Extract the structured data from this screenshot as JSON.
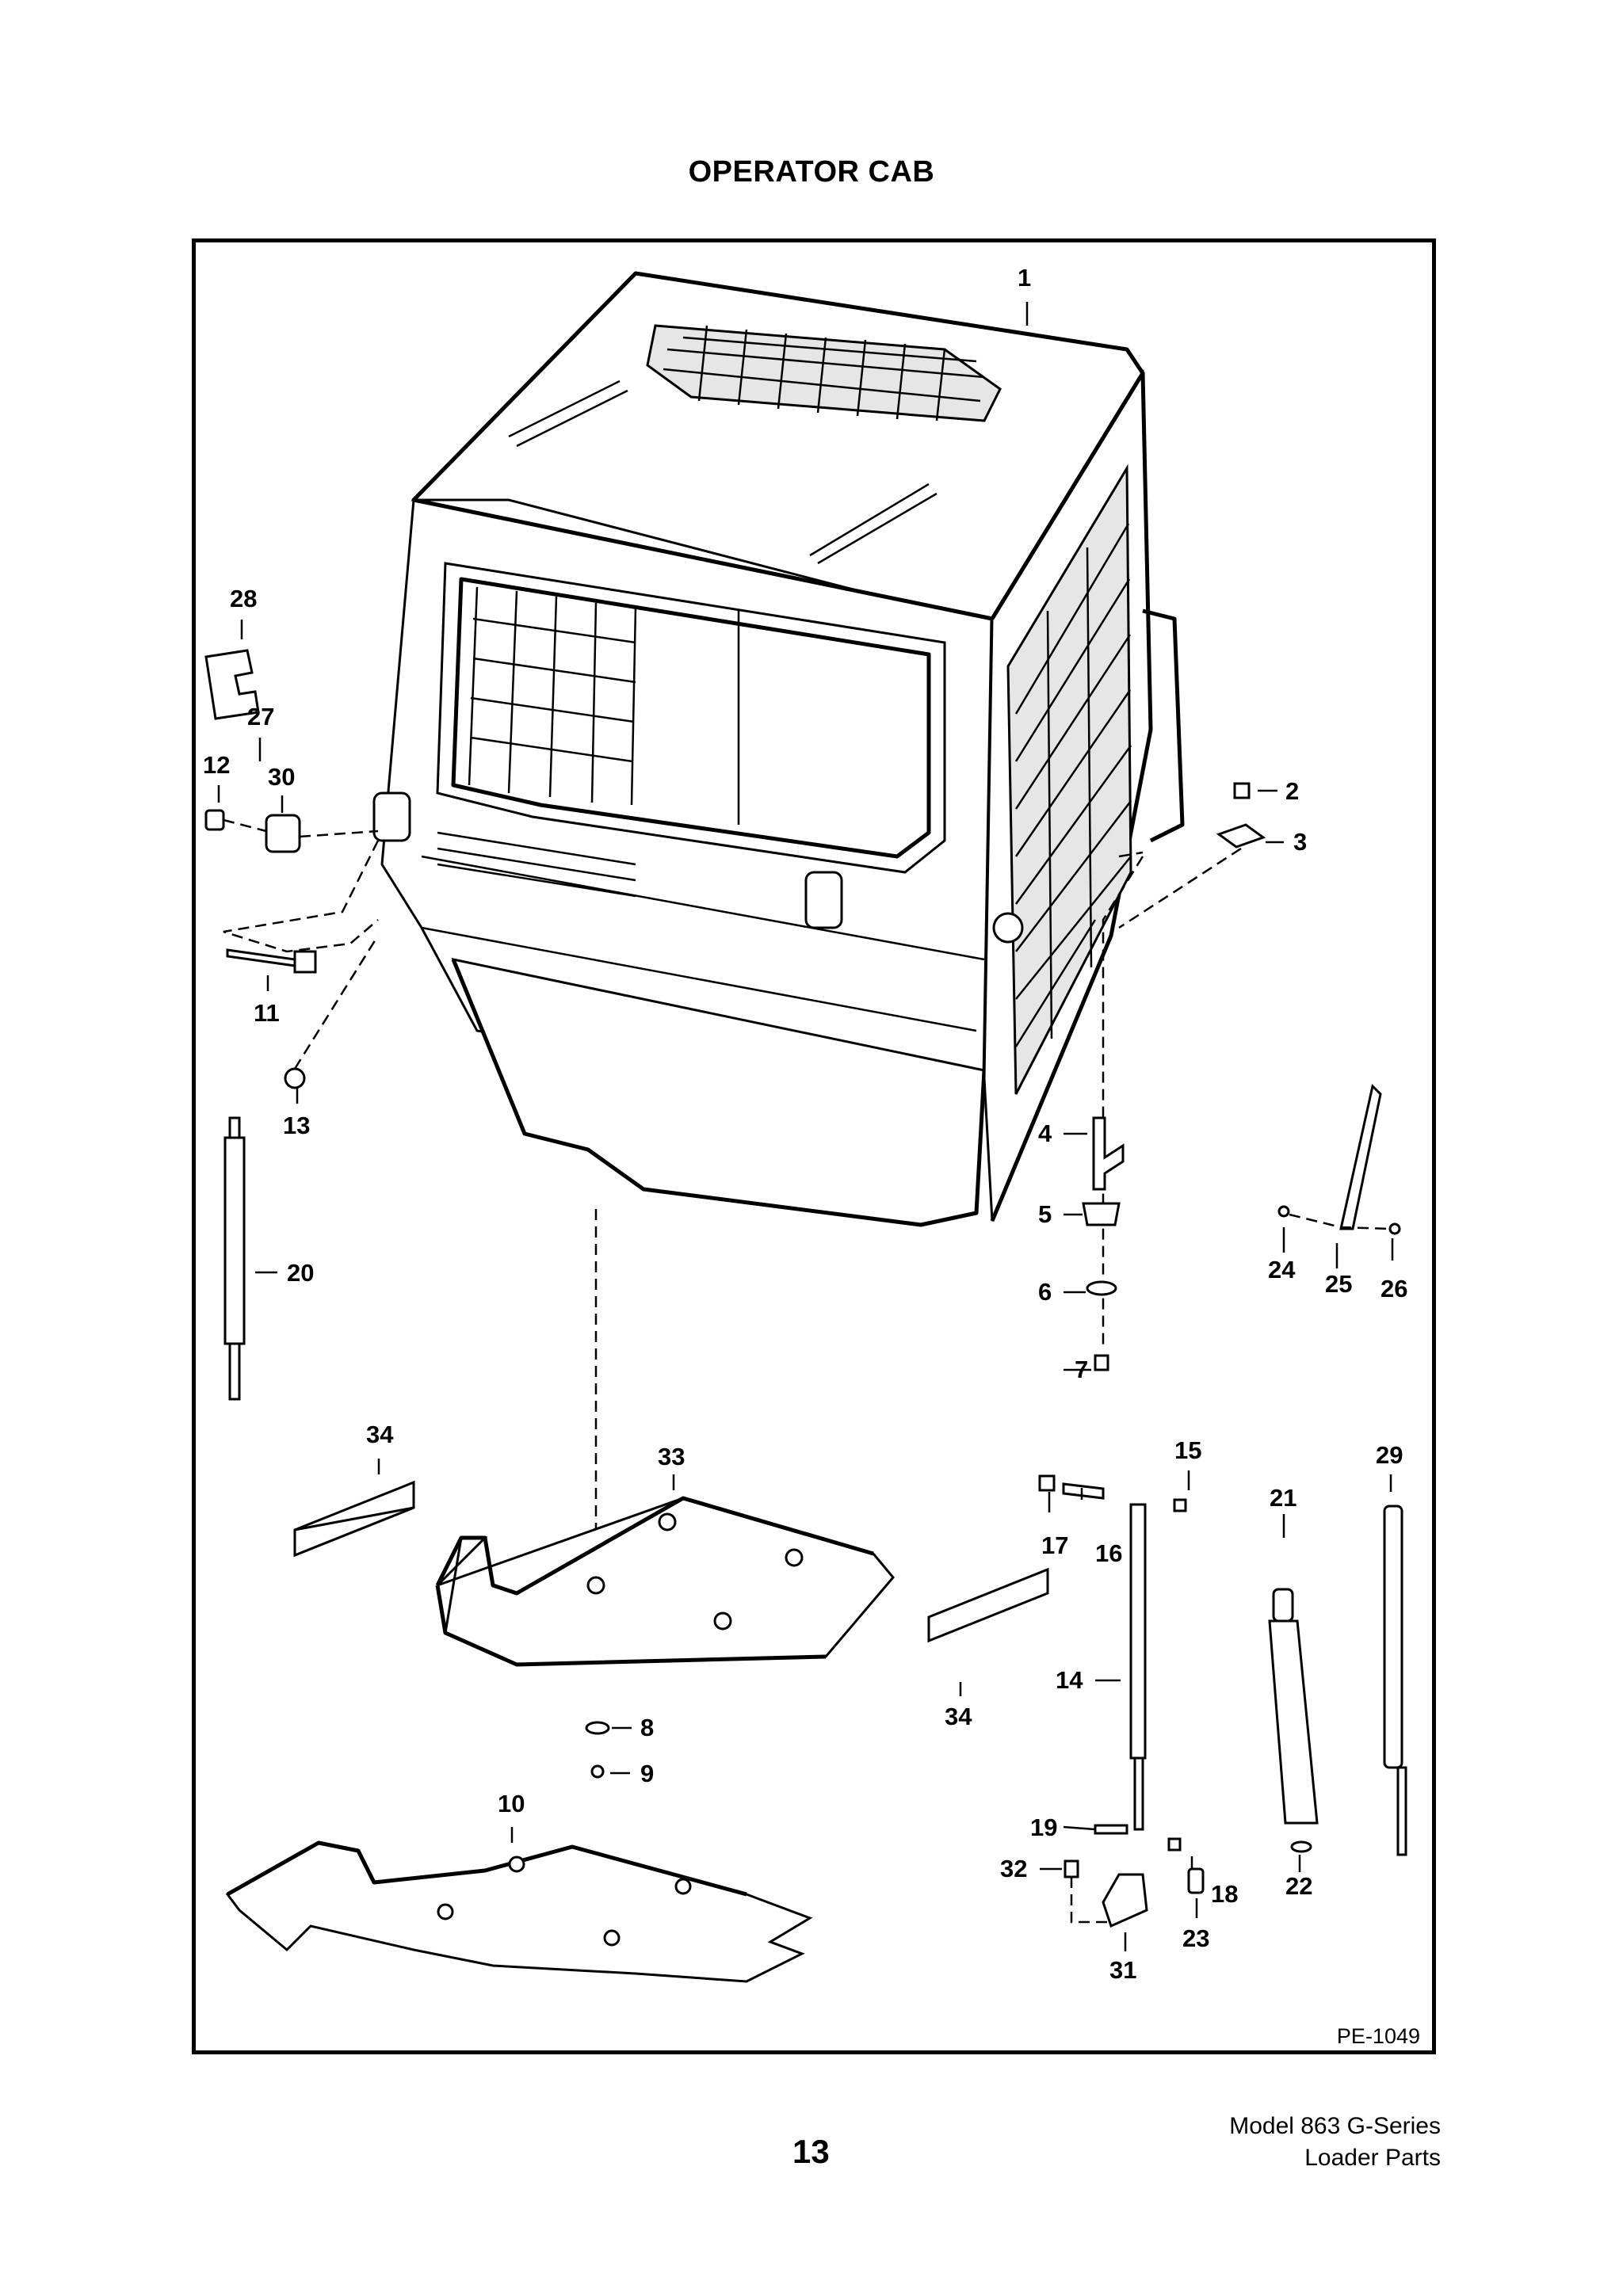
{
  "page": {
    "title": "OPERATOR CAB",
    "diagram_ref": "PE-1049",
    "page_number": "13",
    "model_line1": "Model 863 G-Series",
    "model_line2": "Loader Parts"
  },
  "callouts": [
    "1",
    "2",
    "3",
    "4",
    "5",
    "6",
    "7",
    "8",
    "9",
    "10",
    "11",
    "12",
    "13",
    "14",
    "15",
    "16",
    "17",
    "18",
    "19",
    "20",
    "21",
    "22",
    "23",
    "24",
    "25",
    "26",
    "27",
    "28",
    "29",
    "30",
    "31",
    "32",
    "33",
    "34",
    "34"
  ]
}
